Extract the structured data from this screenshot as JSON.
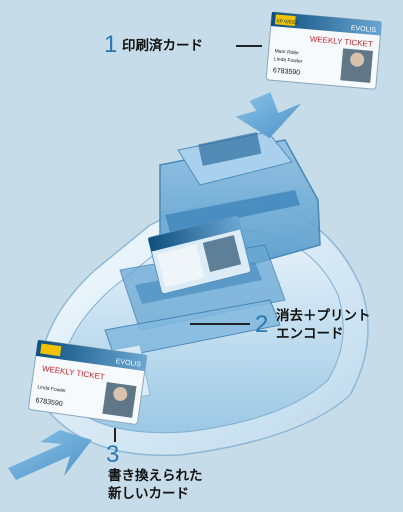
{
  "steps": [
    {
      "number": "1",
      "text": "印刷済カード"
    },
    {
      "number": "2",
      "line1": "消去＋プリント",
      "line2": "エンコード"
    },
    {
      "number": "3",
      "line1": "書き換えられた",
      "line2": "新しいカード"
    }
  ],
  "card": {
    "header": "EVOLIS",
    "badge": "XP WEEK",
    "title": "WEEKLY TICKET",
    "name_line1": "Mark Rider",
    "name_line2": "Linda Fowler",
    "number": "6783590"
  },
  "colors": {
    "background": "#c6dce9",
    "step_number": "#2a78b4",
    "arrow": "#5fa3d3"
  }
}
